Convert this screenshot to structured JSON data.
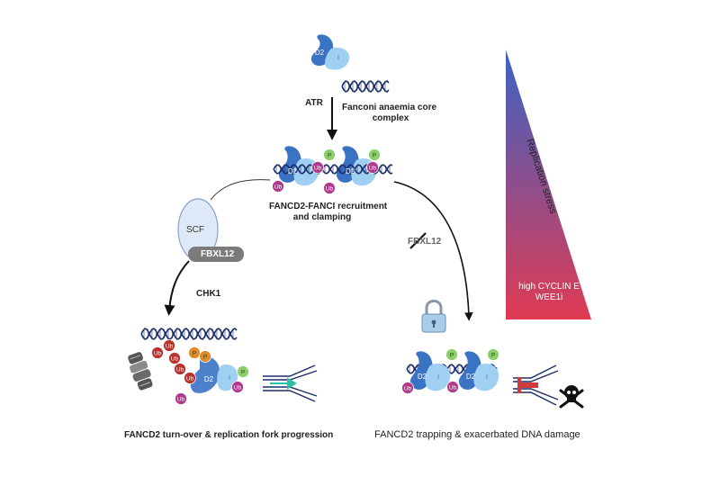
{
  "labels": {
    "atr": "ATR",
    "core_complex_line1": "Fanconi anaemia core",
    "core_complex_line2": "complex",
    "recruitment_line1": "FANCD2-FANCI recruitment",
    "recruitment_line2": "and clamping",
    "scf": "SCF",
    "fbxl12": "FBXL12",
    "fbxl12_crossed": "FBXL12",
    "chk1": "CHK1",
    "replication_stress": "Replication stress",
    "cyclin_line1": "high CYCLIN E",
    "cyclin_line2": "WEE1i",
    "left_caption": "FANCD2 turn-over & replication fork progression",
    "right_caption": "FANCD2 trapping & exacerbated DNA damage"
  },
  "protein_tags": {
    "d2": "D2",
    "i": "I",
    "ub": "Ub",
    "p": "P"
  },
  "colors": {
    "d2_blue": "#3a72c4",
    "i_light": "#9fd0f2",
    "ub_magenta": "#b03a8c",
    "p_green": "#8ccf6a",
    "ub_red": "#b8322f",
    "p_orange": "#e08a2a",
    "dna": "#1d2f6b",
    "triangle_top": "#3b63c6",
    "triangle_bottom": "#e03a52",
    "fbxl12_box": "#7b7b7b",
    "scf_oval": "#dfe8f7"
  },
  "icons": [
    "padlock-icon",
    "skull-crossbones-icon",
    "proteasome-icon",
    "replication-fork-icon",
    "dna-helix-icon"
  ]
}
